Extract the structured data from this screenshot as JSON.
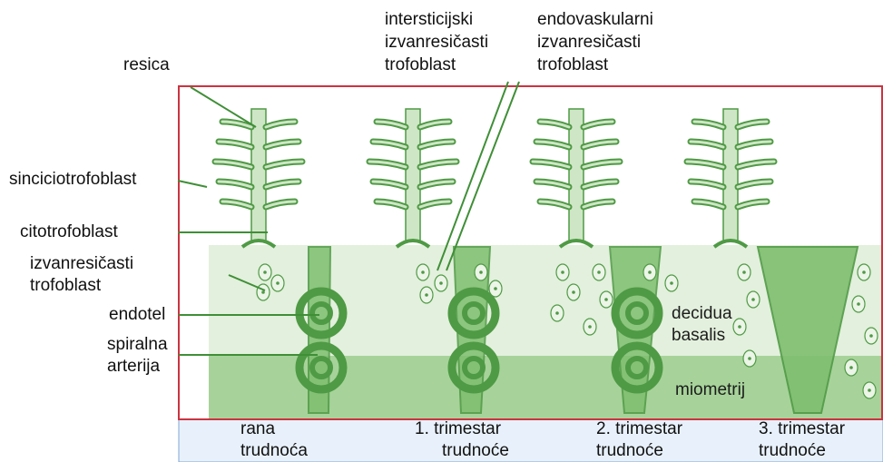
{
  "colors": {
    "frame": "#cc3340",
    "decidua": "#e3f0dd",
    "myometrium": "#a7d39a",
    "tissue_stroke": "#4f9a45",
    "tissue_fill": "#7fbf6f",
    "stage_bar": "#e8f1fb",
    "pointer": "#3f8f37"
  },
  "labels": {
    "resica": "resica",
    "sinciciotrofoblast": "sinciciotrofoblast",
    "citotrofoblast": "citotrofoblast",
    "izvanresicasti_1": "izvanresičasti",
    "izvanresicasti_2": "trofoblast",
    "endotel": "endotel",
    "spiralna_1": "spiralna",
    "spiralna_2": "arterija",
    "intersticijski_1": "intersticijski",
    "intersticijski_2": "izvanresičasti",
    "intersticijski_3": "trofoblast",
    "endovaskularni_1": "endovaskularni",
    "endovaskularni_2": "izvanresičasti",
    "endovaskularni_3": "trofoblast",
    "decidua_1": "decidua",
    "decidua_2": "basalis",
    "miometrij": "miometrij"
  },
  "stages": [
    {
      "line1": "rana",
      "line2": "trudnoća"
    },
    {
      "line1": "1.  trimestar",
      "line2": "trudnoće"
    },
    {
      "line1": "2. trimestar",
      "line2": "trudnoće"
    },
    {
      "line1": "3. trimestar",
      "line2": "trudnoće"
    }
  ]
}
